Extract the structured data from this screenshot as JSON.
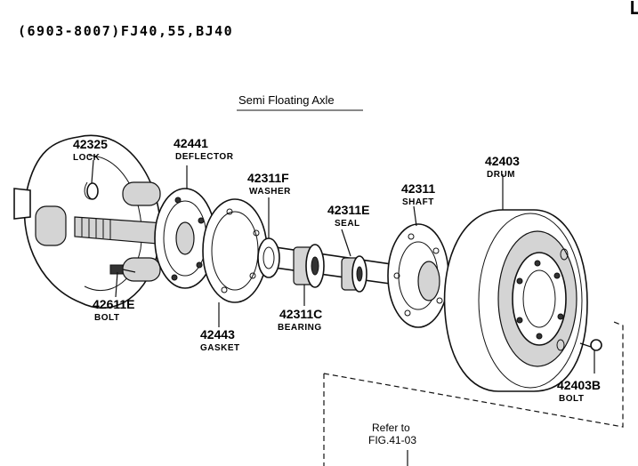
{
  "header": {
    "model_range": "(6903-8007)FJ40,55,BJ40",
    "corner_mark": "L"
  },
  "title": "Semi Floating Axle",
  "parts": [
    {
      "number": "42325",
      "name": "LOCK"
    },
    {
      "number": "42441",
      "name": "DEFLECTOR"
    },
    {
      "number": "42311F",
      "name": "WASHER"
    },
    {
      "number": "42311",
      "name": "SHAFT"
    },
    {
      "number": "42403",
      "name": "DRUM"
    },
    {
      "number": "42311E",
      "name": "SEAL"
    },
    {
      "number": "42611E",
      "name": "BOLT"
    },
    {
      "number": "42443",
      "name": "GASKET"
    },
    {
      "number": "42311C",
      "name": "BEARING"
    },
    {
      "number": "42403B",
      "name": "BOLT"
    }
  ],
  "reference": {
    "line1": "Refer to",
    "line2": "FIG.41-03"
  }
}
